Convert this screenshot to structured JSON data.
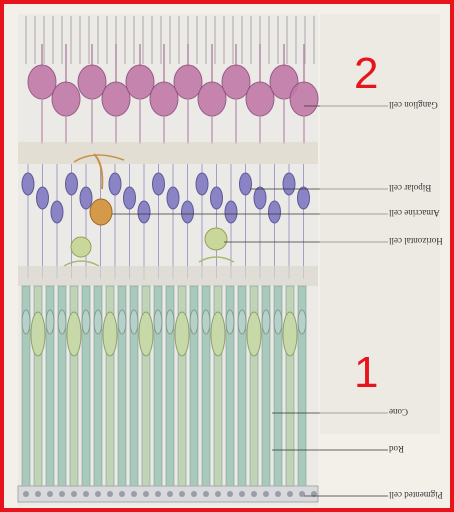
{
  "numbers": {
    "top": "2",
    "bottom": "1"
  },
  "labels": {
    "ganglion": "Ganglion cell",
    "bipolar": "Bipolar cell",
    "amacrine": "Amacrine cell",
    "horizontal": "Horizontal cell",
    "cone": "Cone",
    "rod": "Rod",
    "pigmented": "Pigmented cell"
  },
  "colors": {
    "frame": "#e8141b",
    "ganglion": "#c07aa8",
    "bipolar": "#8a84c4",
    "amacrine": "#d49a4a",
    "horizontal": "#c9d89a",
    "photoreceptor": "#a9c9bd"
  }
}
